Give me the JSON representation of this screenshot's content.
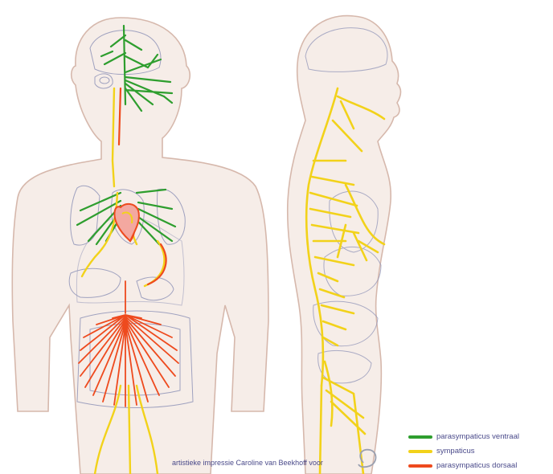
{
  "legend": [
    {
      "label": "parasympaticus ventraal",
      "color": "#2e9e2e"
    },
    {
      "label": "sympaticus",
      "color": "#f2d21a"
    },
    {
      "label": "parasympaticus dorsaal",
      "color": "#ee4a1e"
    }
  ],
  "credit": "artistieke impressie Caroline van Beekhoff voor",
  "colors": {
    "skin": "#f6ede8",
    "outline": "#d6b8ac",
    "organ_outline": "#8a8fb5",
    "ventral": "#2e9e2e",
    "sympathetic": "#f2d21a",
    "dorsal": "#ee4a1e"
  },
  "icons": [
    "front-body-figure",
    "side-body-figure",
    "signature-mark"
  ]
}
